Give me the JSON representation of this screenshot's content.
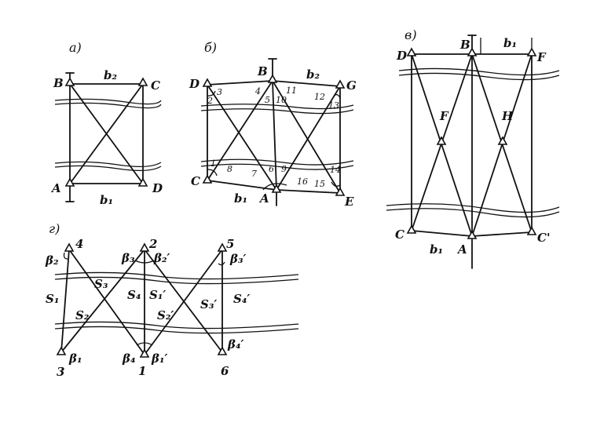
{
  "panels": {
    "a": {
      "heading": "а)",
      "points": {
        "B": "B",
        "C": "C",
        "A": "A",
        "D": "D"
      },
      "bases": {
        "top": "b₂",
        "bottom": "b₁"
      }
    },
    "b": {
      "heading": "б)",
      "points": {
        "D": "D",
        "B": "B",
        "G": "G",
        "C": "C",
        "A": "A",
        "E": "E"
      },
      "bases": {
        "top": "b₂",
        "bottom": "b₁"
      },
      "angles": [
        "1",
        "2",
        "3",
        "4",
        "5",
        "6",
        "7",
        "8",
        "9",
        "10",
        "11",
        "12",
        "13",
        "14",
        "15",
        "16"
      ]
    },
    "v": {
      "heading": "в)",
      "points": {
        "D": "D",
        "B": "B",
        "F": "F",
        "Fm": "F",
        "H": "H",
        "C": "C",
        "A": "A",
        "Cp": "C'"
      },
      "bases": {
        "top": "b₁",
        "bottom": "b₁"
      }
    },
    "g": {
      "heading": "г)",
      "points": [
        "4",
        "2",
        "5",
        "3",
        "1",
        "6"
      ],
      "angles": [
        "β₂",
        "β₃",
        "β₂′",
        "β₃′",
        "β₁",
        "β₄",
        "β₁′",
        "β₄′"
      ],
      "sides": [
        "S₁",
        "S₂",
        "S₃",
        "S₄",
        "S₁′",
        "S₂′",
        "S₃′",
        "S₄′"
      ]
    }
  }
}
